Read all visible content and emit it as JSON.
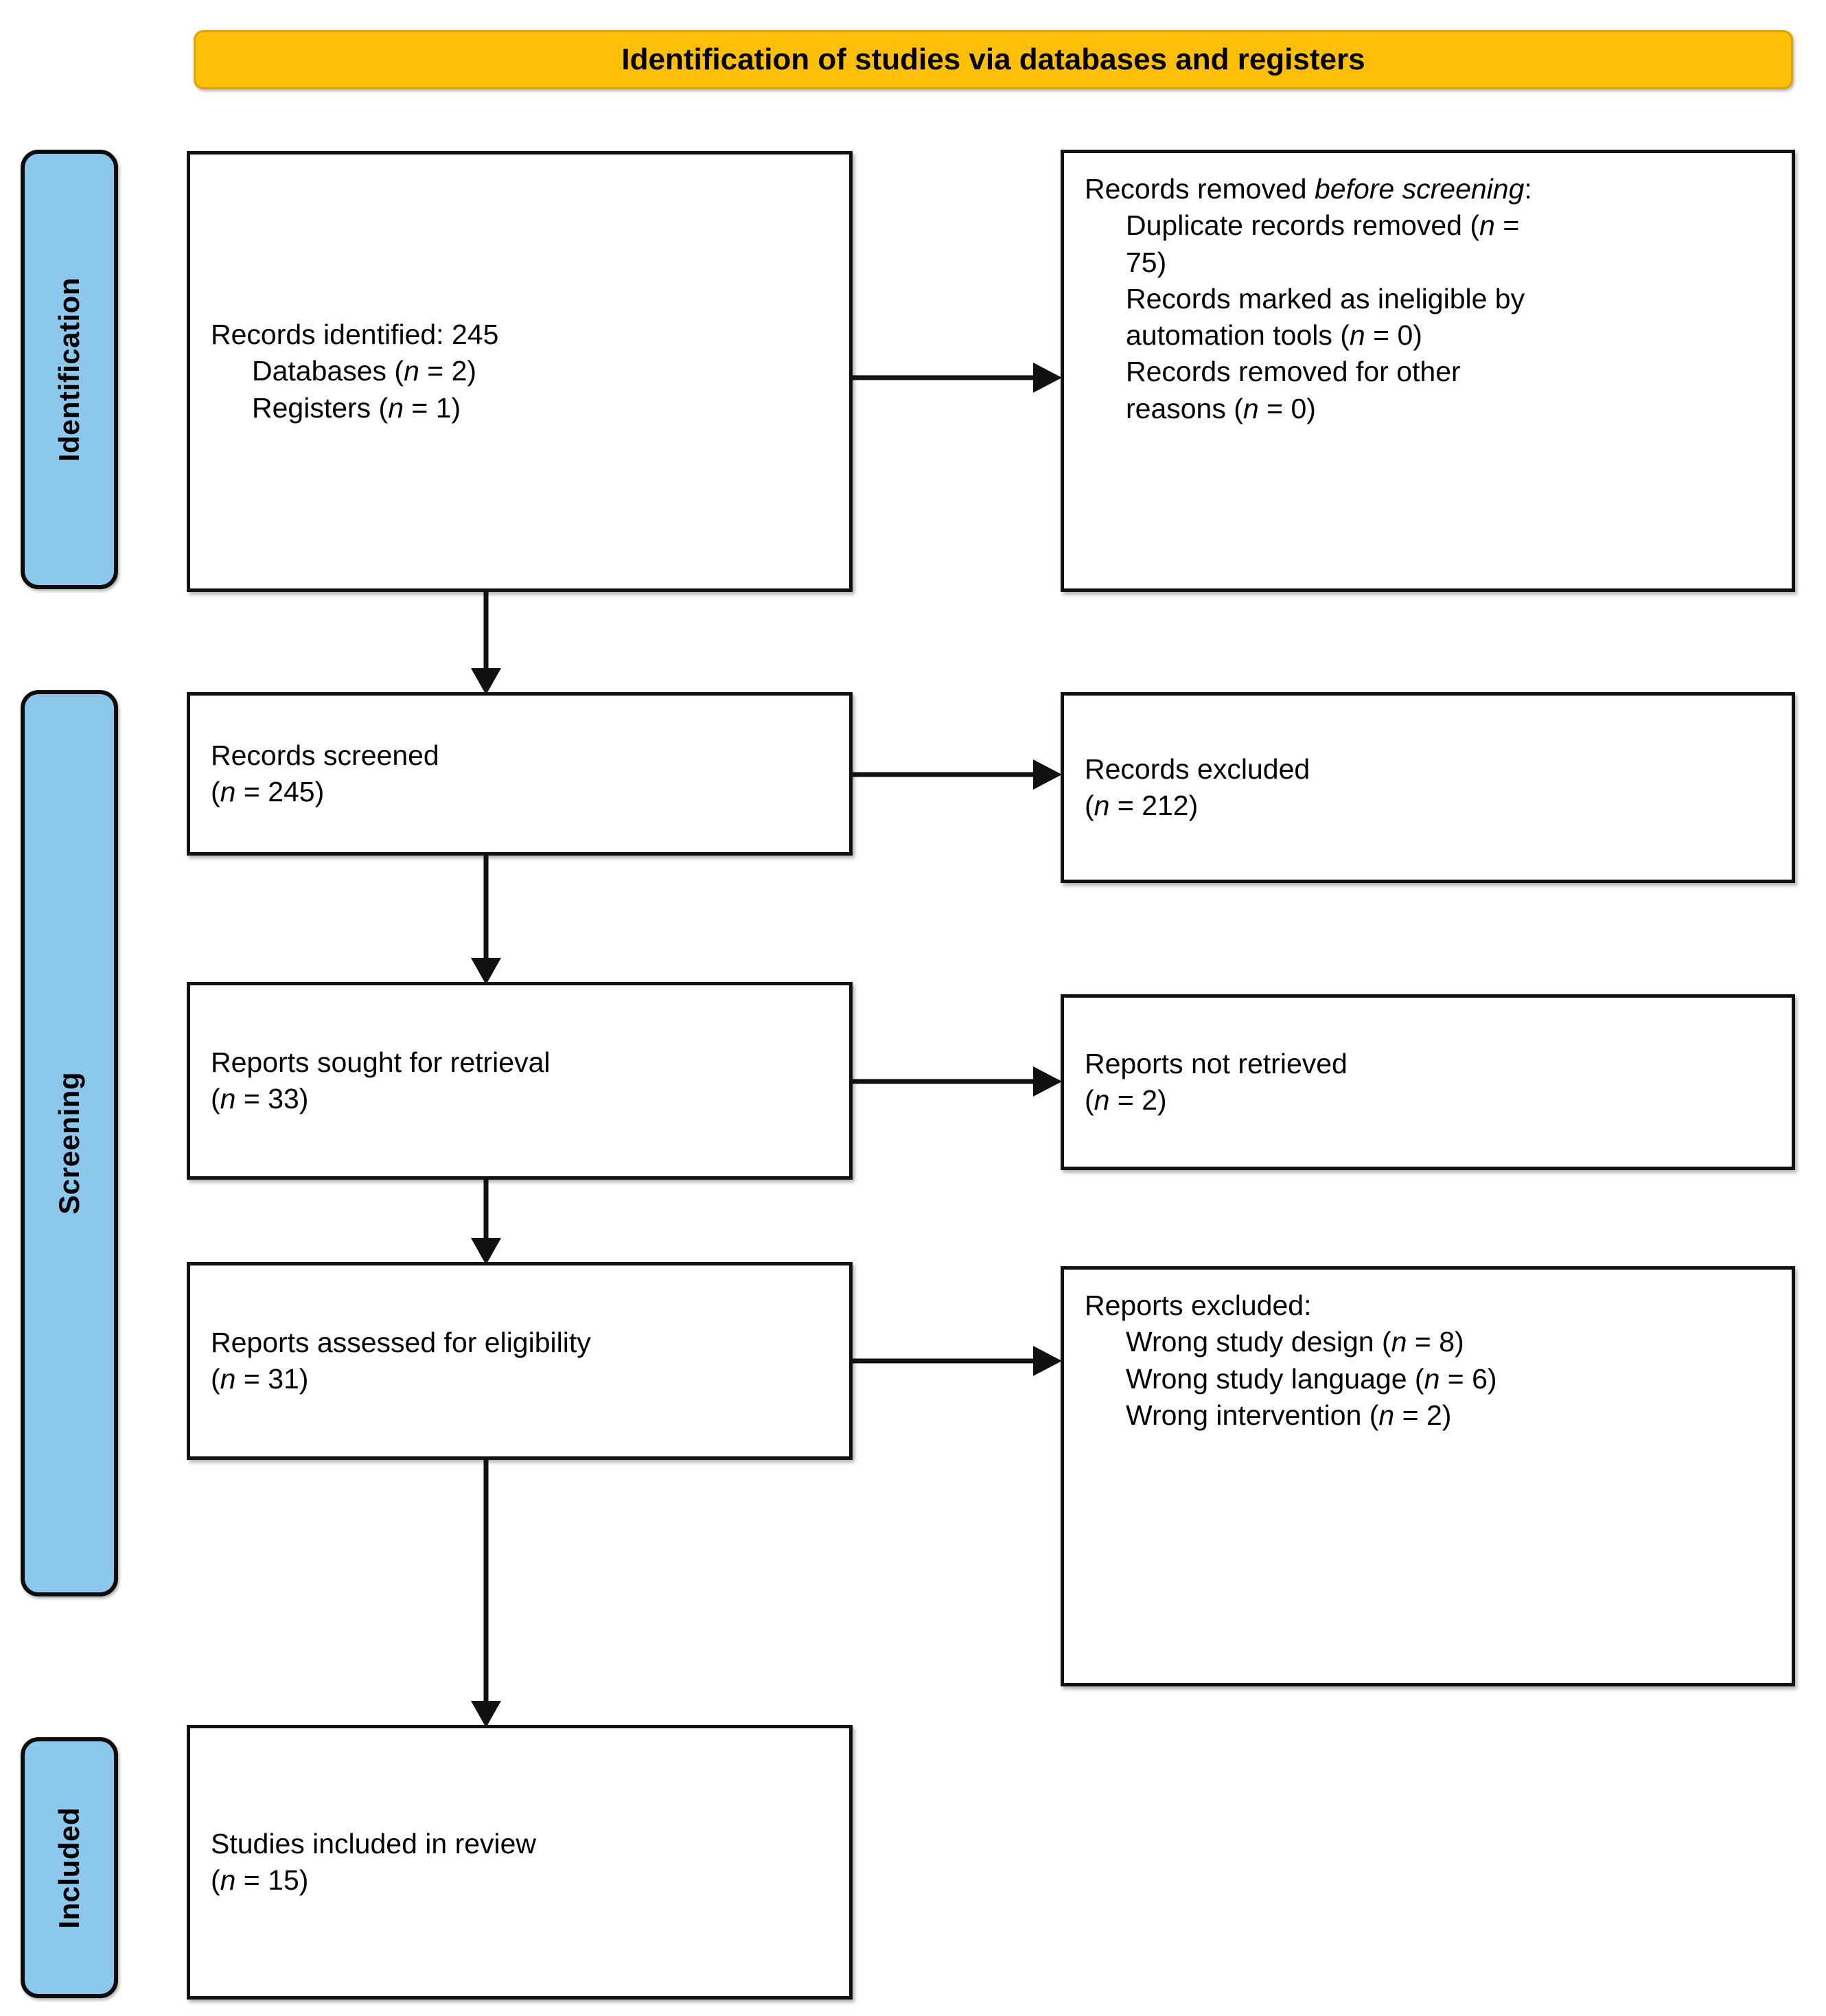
{
  "colors": {
    "header_bg": "#FFBF06",
    "stage_bg": "#8CC8EB",
    "box_border": "#111111",
    "text": "#000000"
  },
  "header": {
    "title": "Identification of studies via databases and registers"
  },
  "stages": [
    {
      "id": "identification",
      "label": "Identification"
    },
    {
      "id": "screening",
      "label": "Screening"
    },
    {
      "id": "included",
      "label": "Included"
    }
  ],
  "boxes": {
    "identified": {
      "name": "records-identified",
      "lines": [
        {
          "text": "Records identified: 245",
          "indent": false
        },
        {
          "pre": "Databases (",
          "em": "n",
          "post": " = 2)",
          "indent": true
        },
        {
          "pre": "Registers (",
          "em": "n",
          "post": " = 1)",
          "indent": true
        }
      ]
    },
    "removed_before": {
      "name": "records-removed-before-screening",
      "lines": [
        {
          "pre": "Records removed ",
          "em": "before screening",
          "post": ":",
          "indent": false
        },
        {
          "pre": "Duplicate records removed (",
          "em": "n",
          "post": " =",
          "indent": true
        },
        {
          "text": "75)",
          "indent": true
        },
        {
          "text": "Records marked as ineligible by",
          "indent": true
        },
        {
          "pre": "automation tools (",
          "em": "n",
          "post": " = 0)",
          "indent": true
        },
        {
          "text": "Records removed for other",
          "indent": true
        },
        {
          "pre": "reasons (",
          "em": "n",
          "post": " = 0)",
          "indent": true
        }
      ]
    },
    "screened": {
      "name": "records-screened",
      "lines": [
        {
          "text": "Records screened",
          "indent": false
        },
        {
          "pre": "(",
          "em": "n",
          "post": " = 245)",
          "indent": false
        }
      ]
    },
    "excluded": {
      "name": "records-excluded",
      "lines": [
        {
          "text": "Records excluded",
          "indent": false
        },
        {
          "pre": "(",
          "em": "n",
          "post": " = 212)",
          "indent": false
        }
      ]
    },
    "sought": {
      "name": "reports-sought-for-retrieval",
      "lines": [
        {
          "text": "Reports sought for retrieval",
          "indent": false
        },
        {
          "pre": "(",
          "em": "n",
          "post": " = 33)",
          "indent": false
        }
      ]
    },
    "not_retrieved": {
      "name": "reports-not-retrieved",
      "lines": [
        {
          "text": "Reports not retrieved",
          "indent": false
        },
        {
          "pre": "(",
          "em": "n",
          "post": " = 2)",
          "indent": false
        }
      ]
    },
    "assessed": {
      "name": "reports-assessed-for-eligibility",
      "lines": [
        {
          "text": "Reports assessed for eligibility",
          "indent": false
        },
        {
          "pre": "(",
          "em": "n",
          "post": " = 31)",
          "indent": false
        }
      ]
    },
    "reports_excluded": {
      "name": "reports-excluded",
      "lines": [
        {
          "text": "Reports excluded:",
          "indent": false
        },
        {
          "pre": "Wrong study design (",
          "em": "n",
          "post": " = 8)",
          "indent": true
        },
        {
          "pre": "Wrong study language (",
          "em": "n",
          "post": " = 6)",
          "indent": true
        },
        {
          "pre": "Wrong intervention (",
          "em": "n",
          "post": " = 2)",
          "indent": true
        }
      ]
    },
    "included": {
      "name": "studies-included-in-review",
      "lines": [
        {
          "text": "Studies included in review",
          "indent": false
        },
        {
          "pre": "(",
          "em": "n",
          "post": " = 15)",
          "indent": false
        }
      ]
    }
  },
  "connectors": [
    {
      "id": "arrow-h-1",
      "direction": "right",
      "from": "records-identified",
      "to": "records-removed-before-screening"
    },
    {
      "id": "arrow-h-2",
      "direction": "right",
      "from": "records-screened",
      "to": "records-excluded"
    },
    {
      "id": "arrow-h-3",
      "direction": "right",
      "from": "reports-sought-for-retrieval",
      "to": "reports-not-retrieved"
    },
    {
      "id": "arrow-h-4",
      "direction": "right",
      "from": "reports-assessed-for-eligibility",
      "to": "reports-excluded"
    },
    {
      "id": "arrow-v-1",
      "direction": "down",
      "from": "records-identified",
      "to": "records-screened"
    },
    {
      "id": "arrow-v-2",
      "direction": "down",
      "from": "records-screened",
      "to": "reports-sought-for-retrieval"
    },
    {
      "id": "arrow-v-3",
      "direction": "down",
      "from": "reports-sought-for-retrieval",
      "to": "reports-assessed-for-eligibility"
    },
    {
      "id": "arrow-v-4",
      "direction": "down",
      "from": "reports-assessed-for-eligibility",
      "to": "studies-included-in-review"
    }
  ]
}
